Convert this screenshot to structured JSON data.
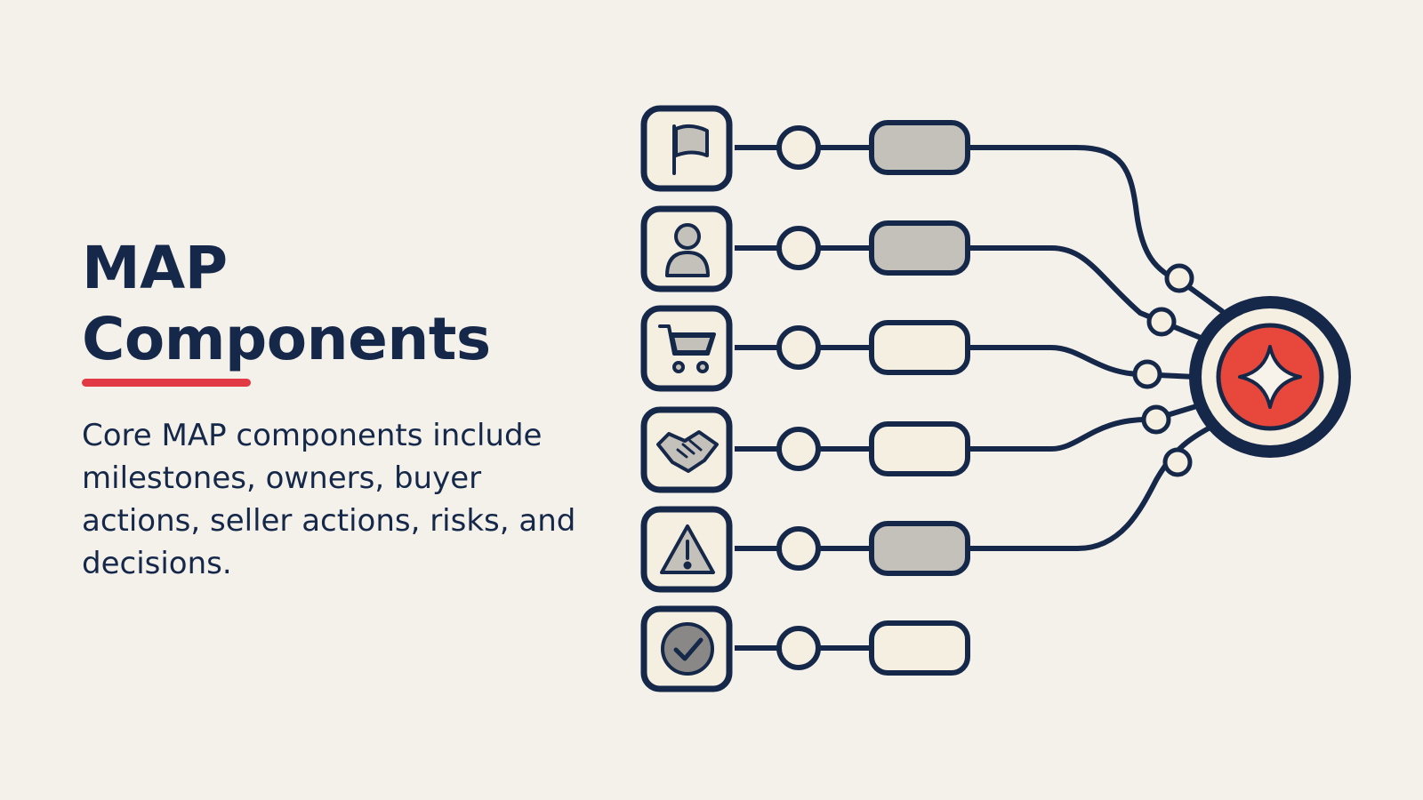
{
  "slide": {
    "title_line1": "MAP",
    "title_line2": "Components",
    "body": "Core MAP components include milestones, owners, buyer actions, seller actions, risks, and decisions."
  },
  "colors": {
    "background": "#f4f0ea",
    "ink": "#152849",
    "accent": "#e23a45",
    "hub_fill": "#e8483c",
    "pill_gray": "#c4c0ba",
    "pill_cream": "#f5efe2"
  },
  "diagram": {
    "rows": [
      {
        "icon": "flag-icon",
        "pill_style": "gray",
        "connected": true
      },
      {
        "icon": "person-icon",
        "pill_style": "gray",
        "connected": true
      },
      {
        "icon": "shopping-cart-icon",
        "pill_style": "cream",
        "connected": true
      },
      {
        "icon": "handshake-icon",
        "pill_style": "cream",
        "connected": true
      },
      {
        "icon": "warning-icon",
        "pill_style": "gray",
        "connected": true
      },
      {
        "icon": "check-circle-icon",
        "pill_style": "cream",
        "connected": false
      }
    ],
    "hub_icon": "sparkle-star-icon"
  }
}
